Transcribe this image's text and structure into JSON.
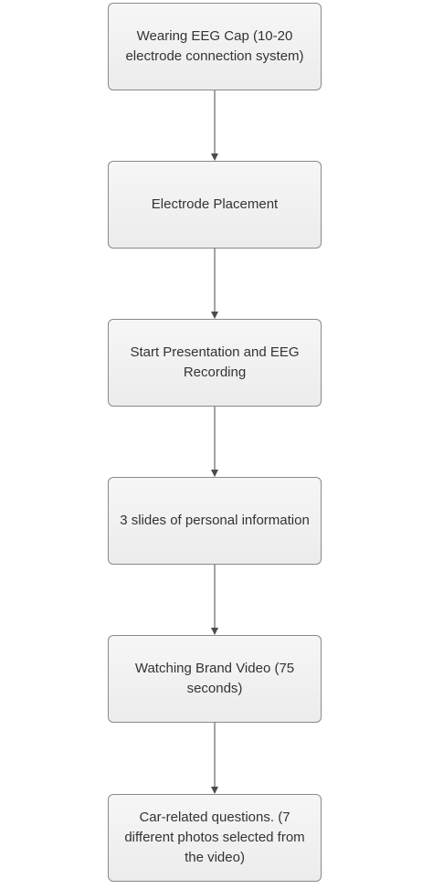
{
  "flowchart": {
    "steps": [
      {
        "label": "Wearing EEG Cap (10-20 electrode connection system)"
      },
      {
        "label": "Electrode Placement"
      },
      {
        "label": "Start Presentation and EEG Recording"
      },
      {
        "label": "3 slides of personal information"
      },
      {
        "label": "Watching Brand Video (75 seconds)"
      },
      {
        "label": "Car-related questions. (7 different photos selected from the video)"
      }
    ],
    "line_color": "#4a4a4a"
  }
}
